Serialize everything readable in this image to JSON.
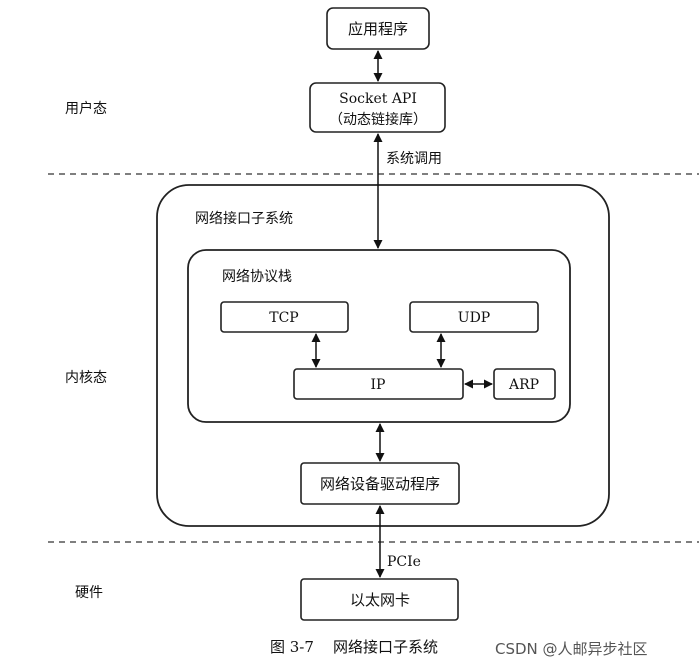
{
  "zones": {
    "user": "用户态",
    "kernel": "内核态",
    "hardware": "硬件"
  },
  "boxes": {
    "app": "应用程序",
    "socket_line1": "Socket API",
    "socket_line2": "（动态链接库）",
    "netif_title": "网络接口子系统",
    "stack_title": "网络协议栈",
    "tcp": "TCP",
    "udp": "UDP",
    "ip": "IP",
    "arp": "ARP",
    "driver": "网络设备驱动程序",
    "nic": "以太网卡"
  },
  "edge_labels": {
    "syscall": "系统调用",
    "pcie": "PCIe"
  },
  "caption": "图 3-7    网络接口子系统",
  "watermark": "CSDN @人邮异步社区"
}
